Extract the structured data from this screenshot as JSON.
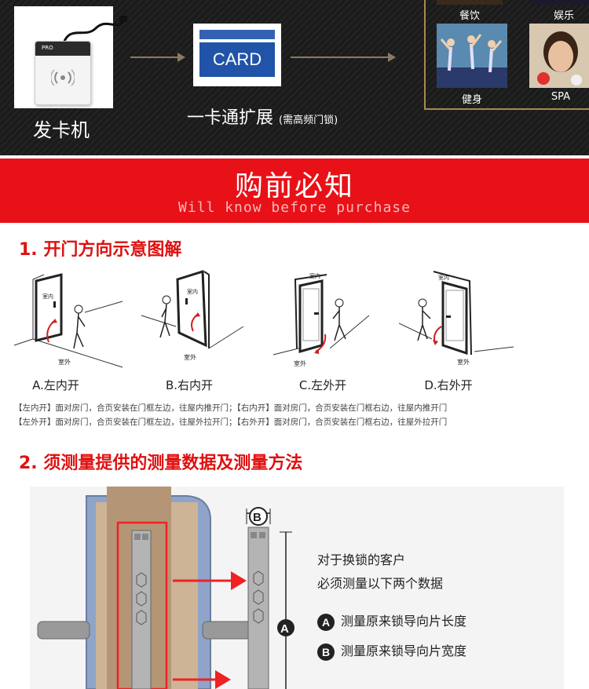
{
  "top": {
    "reader_label": "发卡机",
    "reader_logo": "PRO",
    "card_face": "CARD",
    "card_label": "一卡通扩展",
    "card_note": "(需高频门锁)",
    "thumbs": [
      {
        "label": "餐饮",
        "icon": "dining-photo"
      },
      {
        "label": "娱乐",
        "icon": "entertainment-photo"
      },
      {
        "label": "健身",
        "icon": "fitness-photo"
      },
      {
        "label": "SPA",
        "icon": "spa-photo"
      }
    ]
  },
  "banner": {
    "title": "购前必知",
    "subtitle": "Will know before purchase"
  },
  "section1": {
    "title": "1. 开门方向示意图解",
    "indoor": "室内",
    "outdoor": "室外",
    "captions": [
      "A.左内开",
      "B.右内开",
      "C.左外开",
      "D.右外开"
    ],
    "notes": [
      "【左内开】面对房门，合页安装在门框左边，往屋内推开门；【右内开】面对房门，合页安装在门框右边，往屋内推开门",
      "【左外开】面对房门，合页安装在门框左边，往屋外拉开门；【右外开】面对房门，合页安装在门框右边，往屋外拉开门"
    ]
  },
  "section2": {
    "title": "2. 须测量提供的测量数据及测量方法",
    "intro_line1": "对于换锁的客户",
    "intro_line2": "必须测量以下两个数据",
    "item_a_letter": "A",
    "item_a": "测量原来锁导向片长度",
    "item_b_letter": "B",
    "item_b": "测量原来锁导向片宽度"
  },
  "colors": {
    "accent_red": "#e81118",
    "title_red": "#e01010",
    "card_blue": "#2153a8",
    "gold": "#a88a4a"
  }
}
